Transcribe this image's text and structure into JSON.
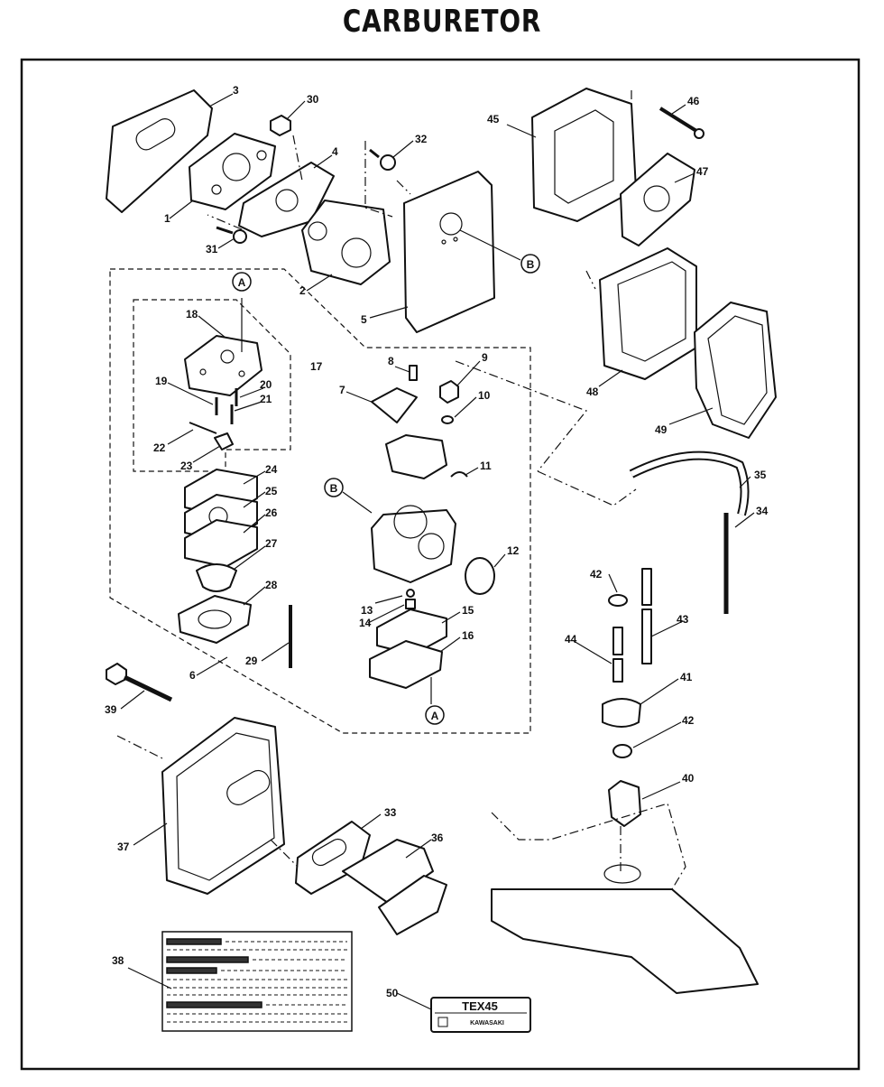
{
  "title": "CARBURETOR",
  "sticker_text": "TEX45",
  "sticker_brand": "KAWASAKI",
  "ref_a": "A",
  "ref_b": "B",
  "callouts": [
    "1",
    "2",
    "3",
    "4",
    "5",
    "6",
    "7",
    "8",
    "9",
    "10",
    "11",
    "12",
    "13",
    "14",
    "15",
    "16",
    "17",
    "18",
    "19",
    "20",
    "21",
    "22",
    "23",
    "24",
    "25",
    "26",
    "27",
    "28",
    "29",
    "30",
    "31",
    "32",
    "33",
    "34",
    "35",
    "36",
    "37",
    "38",
    "39",
    "40",
    "41",
    "42",
    "42",
    "43",
    "44",
    "45",
    "46",
    "47",
    "48",
    "49",
    "50"
  ]
}
